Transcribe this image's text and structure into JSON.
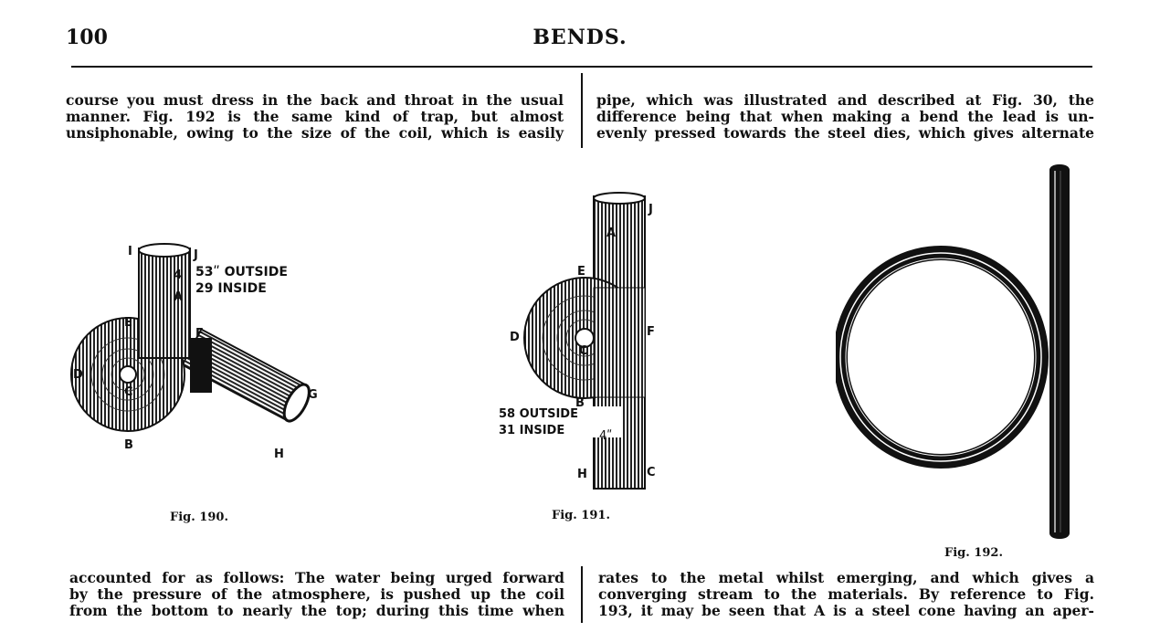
{
  "header": {
    "page_number": "100",
    "running_title": "BENDS."
  },
  "top_left": [
    "course you must dress in the back and throat in the usual",
    "manner. Fig. 192 is the same kind of trap, but almost",
    "unsiphonable, owing to the size of the coil, which is easily"
  ],
  "top_right": [
    "pipe, which was illustrated and described at Fig. 30, the",
    "difference being that when making a bend the lead is un-",
    "evenly pressed towards the steel dies, which gives alternate"
  ],
  "bottom_left": [
    "accounted for as follows: The water being urged forward",
    "by the pressure of the atmosphere, is pushed up the coil",
    "from the bottom to nearly the top; during this time when"
  ],
  "bottom_right": [
    "rates to the metal whilst emerging, and which gives a",
    "converging stream to the materials. By reference to Fig.",
    "193, it may be seen that A is a steel cone having an aper-"
  ],
  "fig190": {
    "caption": "Fig. 190.",
    "labels": {
      "I": "I",
      "J": "J",
      "four": "4",
      "A": "A",
      "E": "E",
      "F": "F",
      "D": "D",
      "C_inner": "C",
      "G": "G",
      "B": "B",
      "H": "H"
    },
    "dim_outside": "53ʺ OUTSIDE",
    "dim_inside": "29  INSIDE"
  },
  "fig191": {
    "caption": "Fig. 191.",
    "labels": {
      "J": "J",
      "A": "A",
      "E": "E",
      "D": "D",
      "F": "F",
      "C_inner": "C",
      "B": "B",
      "four": "4ʺ",
      "H": "H",
      "C": "C"
    },
    "dim_outside": "58 OUTSIDE",
    "dim_inside": "31  INSIDE"
  },
  "fig192": {
    "caption": "Fig. 192."
  }
}
